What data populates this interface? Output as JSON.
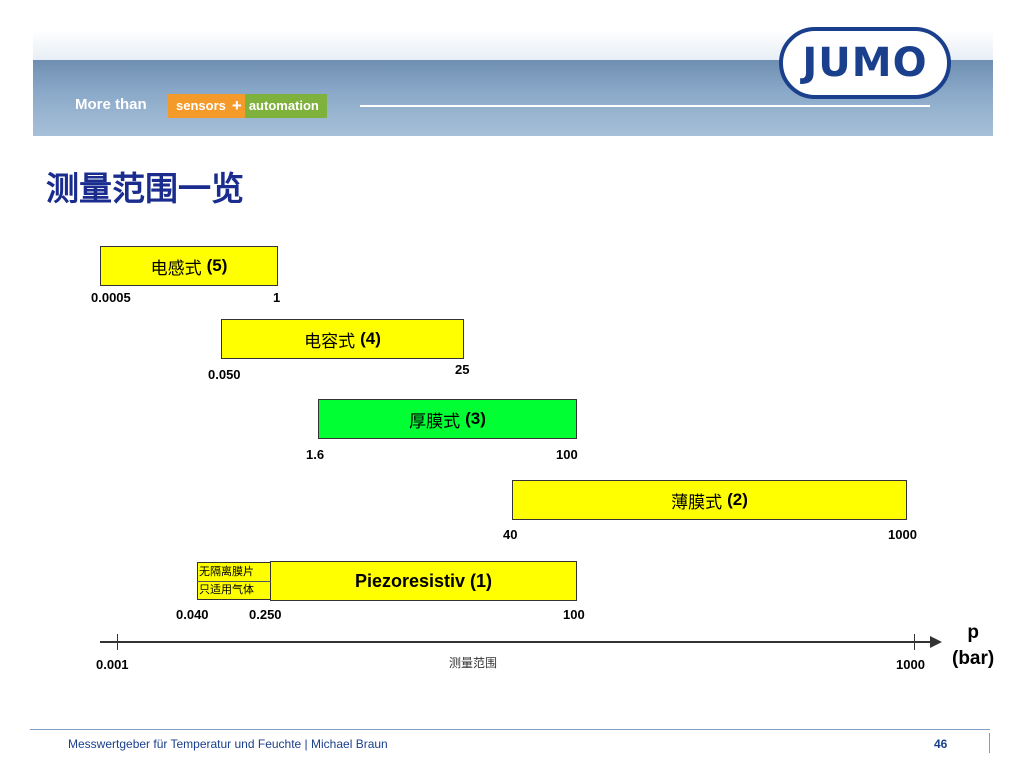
{
  "header": {
    "more_than": "More than",
    "sensors": "sensors",
    "plus": "+",
    "automation": "automation",
    "logo_text": "JUMO"
  },
  "slide": {
    "title": "测量范围一览"
  },
  "bars": [
    {
      "name": "电感式",
      "num": "(5)",
      "min_label": "0.0005",
      "max_label": "1",
      "color": "#ffff00"
    },
    {
      "name": "电容式",
      "num": "(4)",
      "min_label": "0.050",
      "max_label": "25",
      "color": "#ffff00"
    },
    {
      "name": "厚膜式",
      "num": "(3)",
      "min_label": "1.6",
      "max_label": "100",
      "color": "#00ff33"
    },
    {
      "name": "薄膜式",
      "num": "(2)",
      "min_label": "40",
      "max_label": "1000",
      "color": "#ffff00"
    },
    {
      "name": "Piezoresistiv (1)",
      "min_label": "0.040",
      "mid_label": "0.250",
      "max_label": "100",
      "color": "#ffff00",
      "note_line1": "无隔离膜片",
      "note_line2": "只适用气体"
    }
  ],
  "axis": {
    "min_label": "0.001",
    "max_label": "1000",
    "caption": "测量范围",
    "unit_line1": "p",
    "unit_line2": "(bar)"
  },
  "footer": {
    "text": "Messwertgeber für Temperatur und Feuchte | Michael Braun",
    "page": "46"
  }
}
